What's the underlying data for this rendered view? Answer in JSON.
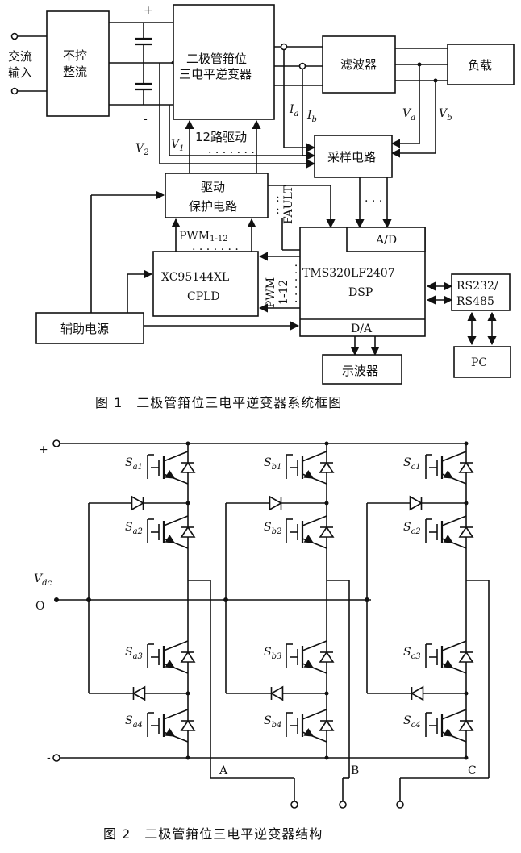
{
  "figure1": {
    "caption": "图 1　二极管箝位三电平逆变器系统框图",
    "ac_input": [
      "交流",
      "输入"
    ],
    "rectifier": [
      "不控",
      "整流"
    ],
    "plus": "+",
    "minus": "-",
    "inverter": [
      "二极管箝位",
      "三电平逆变器"
    ],
    "filter": "滤波器",
    "load": "负载",
    "sampling": "采样电路",
    "drive_label": "12路驱动",
    "drive_protect": [
      "驱动",
      "保护电路"
    ],
    "fault": "FAULT",
    "pwm_top": "PWM",
    "pwm_top_sub": "1-12",
    "pwm_side": [
      "PWM",
      "1-12"
    ],
    "cpld": [
      "XC95144XL",
      "CPLD"
    ],
    "dsp": [
      "TMS320LF2407",
      "DSP"
    ],
    "ad": "A/D",
    "da": "D/A",
    "aux_power": "辅助电源",
    "rs": [
      "RS232/",
      "RS485"
    ],
    "pc": "PC",
    "oscilloscope": "示波器",
    "signals": {
      "Ia": "I",
      "Ia_sub": "a",
      "Ib": "I",
      "Ib_sub": "b",
      "Va": "V",
      "Va_sub": "a",
      "Vb": "V",
      "Vb_sub": "b",
      "V1": "V",
      "V1_sub": "1",
      "V2": "V",
      "V2_sub": "2"
    }
  },
  "figure2": {
    "caption": "图 2　二极管箝位三电平逆变器结构",
    "plus": "+",
    "minus": "-",
    "vdc": "V",
    "vdc_sub": "dc",
    "o": "O",
    "phases": [
      {
        "name": "A",
        "switches": [
          "S",
          "S",
          "S",
          "S"
        ],
        "subs": [
          "a1",
          "a2",
          "a3",
          "a4"
        ]
      },
      {
        "name": "B",
        "switches": [
          "S",
          "S",
          "S",
          "S"
        ],
        "subs": [
          "b1",
          "b2",
          "b3",
          "b4"
        ]
      },
      {
        "name": "C",
        "switches": [
          "S",
          "S",
          "S",
          "S"
        ],
        "subs": [
          "c1",
          "c2",
          "c3",
          "c4"
        ]
      }
    ]
  }
}
